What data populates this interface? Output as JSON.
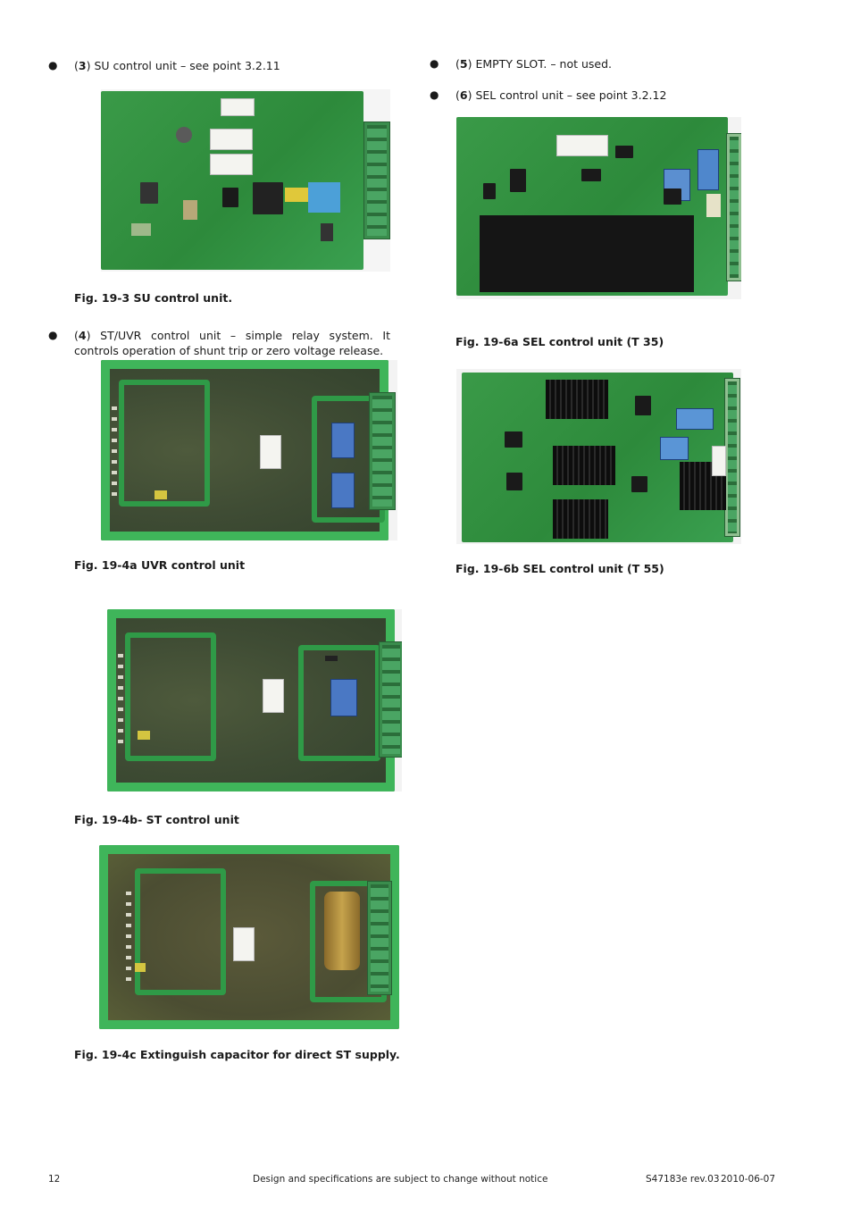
{
  "left": {
    "item3": {
      "number": "3",
      "text": " SU control unit – see point 3.2.11"
    },
    "fig193": "Fig. 19-3  SU control unit.",
    "item4": {
      "number": "4",
      "text": " ST/UVR control unit – simple relay system. It controls operation of shunt trip or zero voltage release."
    },
    "fig194a": "Fig. 19-4a  UVR control unit",
    "fig194b": "Fig. 19-4b-  ST control unit",
    "fig194c": "Fig. 19-4c  Extinguish capacitor for direct ST supply."
  },
  "right": {
    "item5": {
      "number": "5",
      "text": " EMPTY SLOT. – not used."
    },
    "item6": {
      "number": "6",
      "text": " SEL control unit – see point 3.2.12"
    },
    "fig196a": "Fig. 19-6a  SEL control unit (T 35)",
    "fig196b": "Fig. 19-6b  SEL control unit (T 55)"
  },
  "footer": {
    "page": "12",
    "notice": "Design and specifications are subject to change without notice",
    "docref": "S47183e rev.03",
    "date": "2010-06-07"
  },
  "colors": {
    "pcb_green": "#2f8f3f",
    "pcb_copper": "#3f4c34",
    "text": "#1a1a1a"
  }
}
